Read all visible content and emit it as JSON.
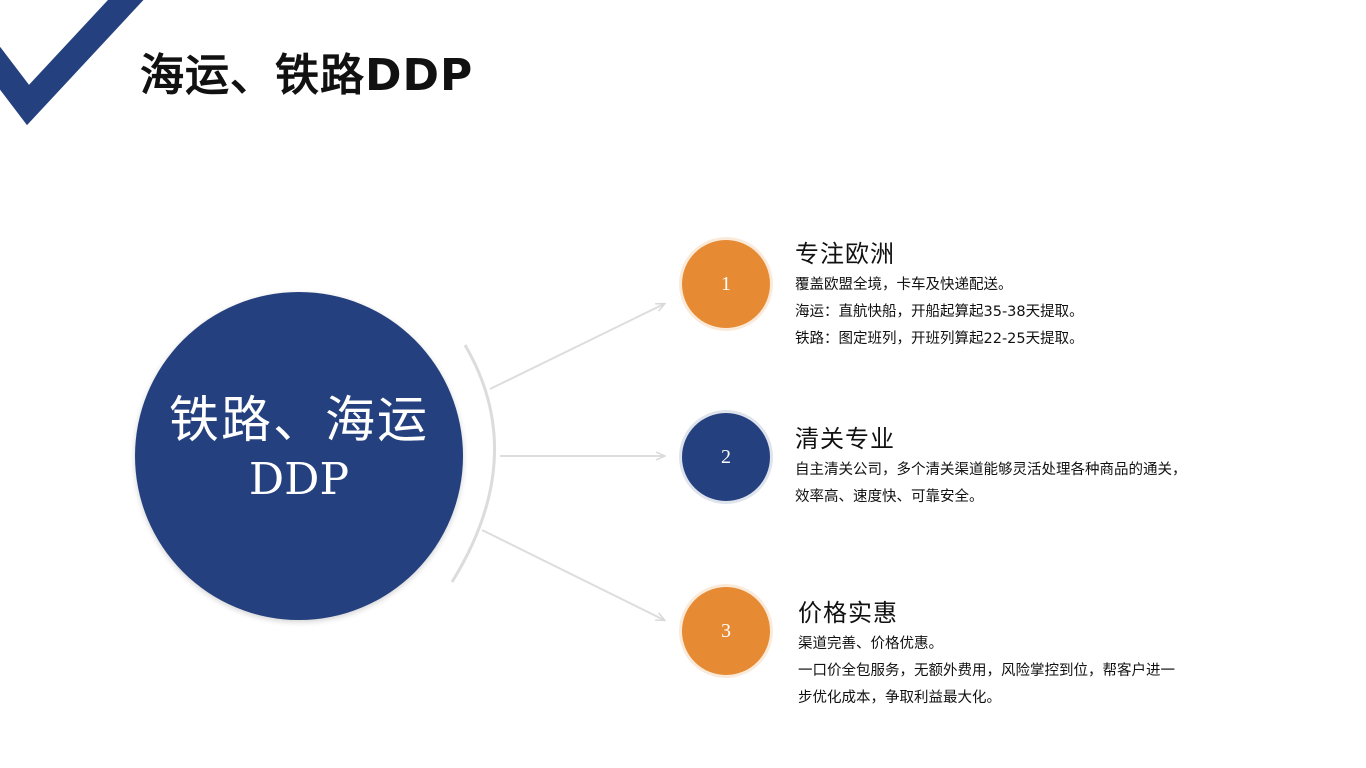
{
  "header": {
    "title": "海运、铁路DDP"
  },
  "hub": {
    "line1": "铁路、海运",
    "line2": "DDP"
  },
  "colors": {
    "navy": "#24407e",
    "orange": "#e68a33",
    "connector": "#d9d9d9"
  },
  "items": [
    {
      "number": "1",
      "title": "专注欧洲",
      "lines": [
        "覆盖欧盟全境，卡车及快递配送。",
        "海运：直航快船，开船起算起35-38天提取。",
        "铁路：图定班列，开班列算起22-25天提取。"
      ]
    },
    {
      "number": "2",
      "title": "清关专业",
      "lines": [
        "自主清关公司，多个清关渠道能够灵活处理各种商品的通关，",
        "效率高、速度快、可靠安全。"
      ]
    },
    {
      "number": "3",
      "title": "价格实惠",
      "lines": [
        "渠道完善、价格优惠。",
        "一口价全包服务，无额外费用，风险掌控到位，帮客户进一",
        "步优化成本，争取利益最大化。"
      ]
    }
  ]
}
